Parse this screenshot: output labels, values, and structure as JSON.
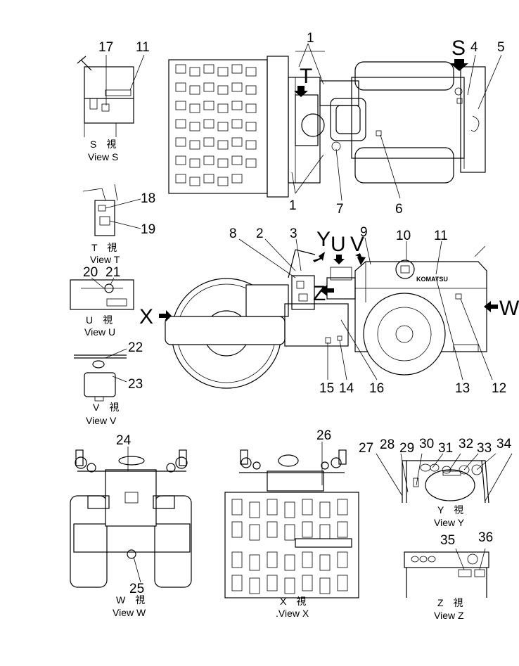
{
  "views": {
    "S": {
      "jp": "S　視",
      "en": "View S"
    },
    "T": {
      "jp": "T　視",
      "en": "View T"
    },
    "U": {
      "jp": "U　視",
      "en": "View U"
    },
    "V": {
      "jp": "V　視",
      "en": "View V"
    },
    "W": {
      "jp": "W　視",
      "en": "View W"
    },
    "X": {
      "jp": "X　視",
      "en": ".View X"
    },
    "Y": {
      "jp": "Y　視",
      "en": "View Y"
    },
    "Z": {
      "jp": "Z　視",
      "en": "View Z"
    }
  },
  "arrow_letters": {
    "S": "S",
    "T": "T",
    "Y": "Y",
    "U": "U",
    "V": "V",
    "Z": "Z",
    "X": "X",
    "W": "W"
  },
  "brand_mark": "KOMATSU",
  "callouts": [
    "1",
    "2",
    "3",
    "4",
    "5",
    "6",
    "7",
    "8",
    "9",
    "10",
    "11",
    "12",
    "13",
    "14",
    "15",
    "16",
    "17",
    "18",
    "19",
    "20",
    "21",
    "22",
    "23",
    "24",
    "25",
    "26",
    "27",
    "28",
    "29",
    "30",
    "31",
    "32",
    "33",
    "34",
    "35",
    "36"
  ]
}
